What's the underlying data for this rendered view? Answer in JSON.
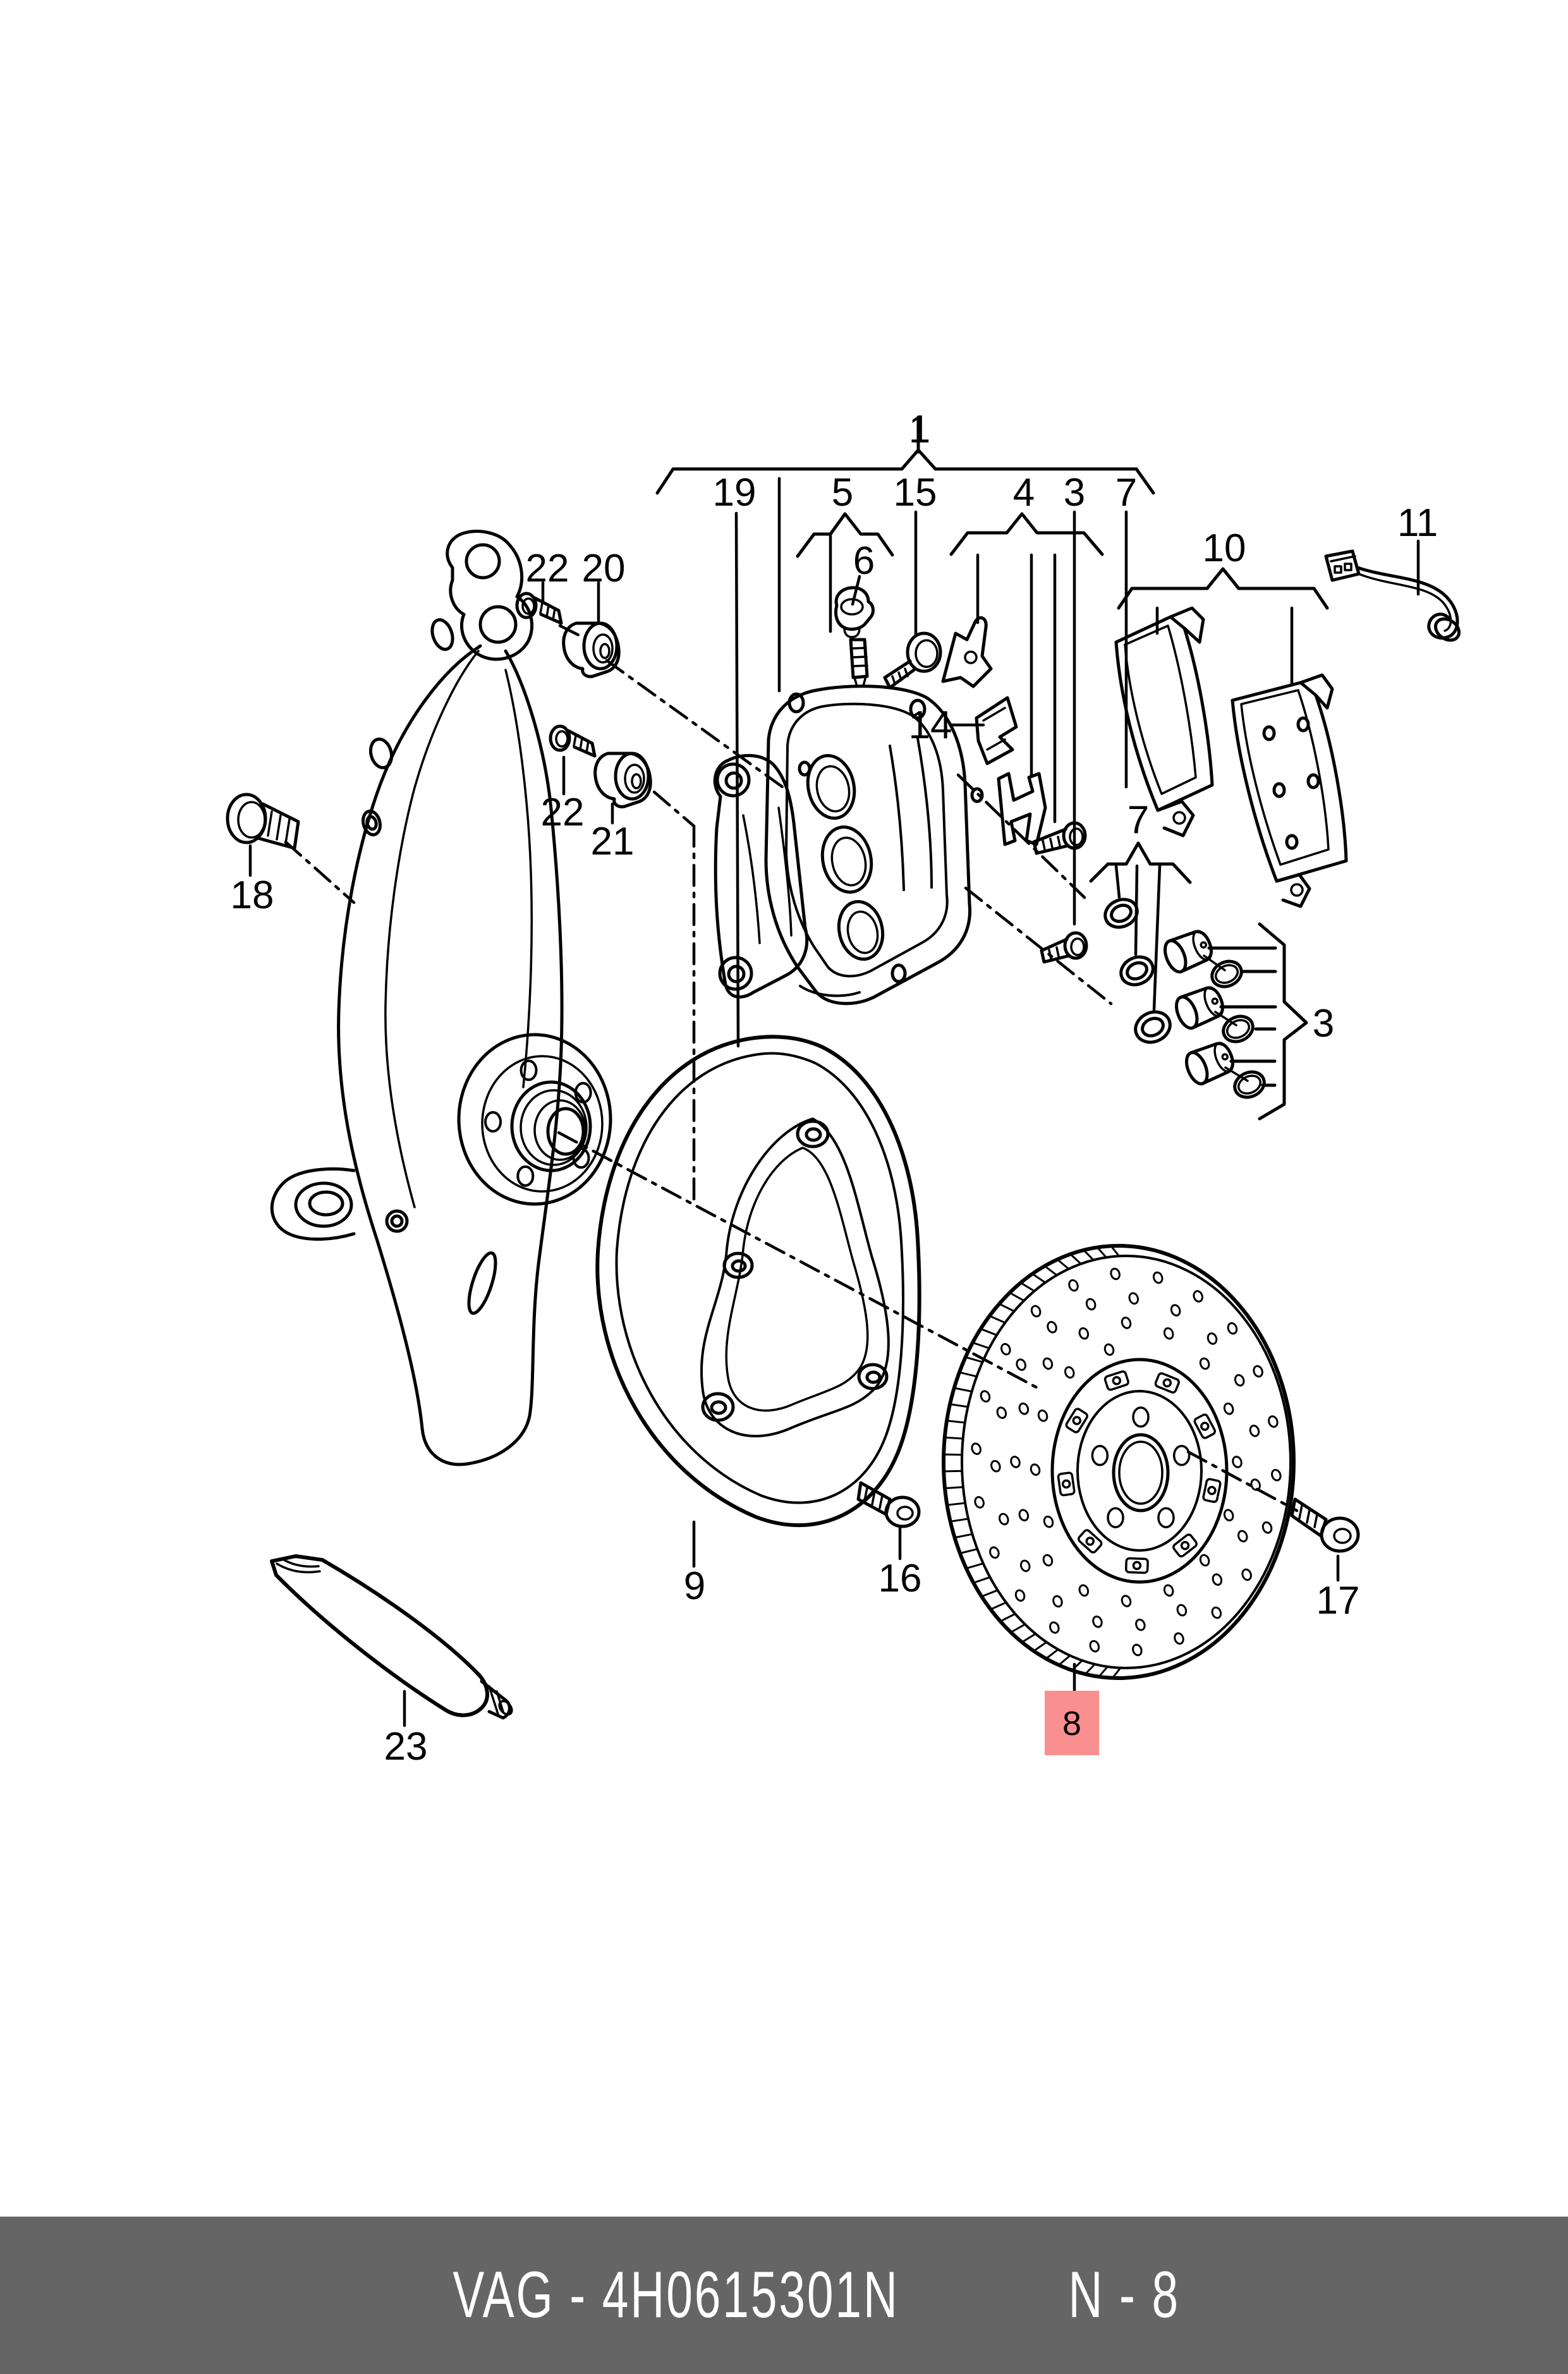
{
  "document": {
    "type": "parts-catalog-exploded-diagram",
    "subject": "front brake assembly",
    "background_color": "#ffffff",
    "line_color": "#000000"
  },
  "callouts": {
    "c1": "1",
    "c19": "19",
    "c5": "5",
    "c15": "15",
    "c4": "4",
    "c3": "3",
    "c7": "7",
    "c6": "6",
    "c22a": "22",
    "c20": "20",
    "c22b": "22",
    "c21": "21",
    "c18": "18",
    "c10": "10",
    "c11": "11",
    "c7b": "7",
    "c3b": "3",
    "c14": "14",
    "c9": "9",
    "c16": "16",
    "c17": "17",
    "c8": "8",
    "c23": "23"
  },
  "highlight": {
    "label": "8",
    "box_color": "#f98f8f",
    "text_color": "#8c1b1b"
  },
  "footer": {
    "part_code": "VAG - 4H0615301N",
    "page_ref": "N - 8",
    "bg_color": "#656565",
    "text_color": "#ffffff"
  }
}
